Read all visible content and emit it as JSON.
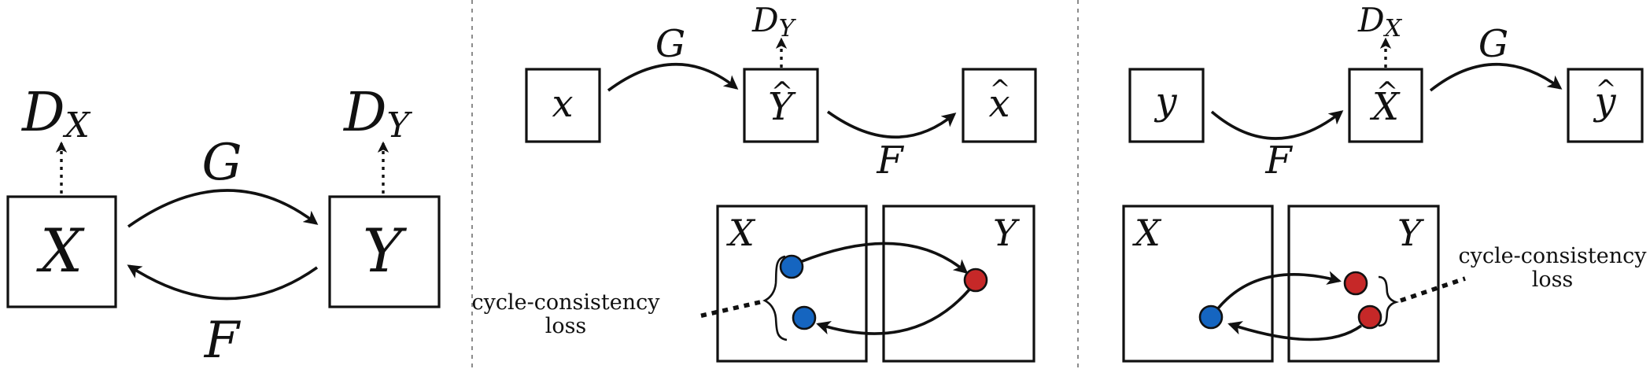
{
  "colors": {
    "blue": "#1565c0",
    "red": "#c62828",
    "ink": "#111111"
  },
  "panel1": {
    "node_x": "X",
    "node_y": "Y",
    "disc_x_main": "D",
    "disc_x_sub": "X",
    "disc_y_main": "D",
    "disc_y_sub": "Y",
    "map_g": "G",
    "map_f": "F"
  },
  "panel2": {
    "node_input": "x",
    "node_mid_hat": "^",
    "node_mid": "Y",
    "node_out_hat": "^",
    "node_out": "x",
    "disc_main": "D",
    "disc_sub": "Y",
    "map_g": "G",
    "map_f": "F",
    "domain_left": "X",
    "domain_right": "Y",
    "loss_line1": "cycle-consistency",
    "loss_line2": "loss"
  },
  "panel3": {
    "node_input": "y",
    "node_mid_hat": "^",
    "node_mid": "X",
    "node_out_hat": "^",
    "node_out": "y",
    "disc_main": "D",
    "disc_sub": "X",
    "map_g": "G",
    "map_f": "F",
    "domain_left": "X",
    "domain_right": "Y",
    "loss_line1": "cycle-consistency",
    "loss_line2": "loss"
  }
}
